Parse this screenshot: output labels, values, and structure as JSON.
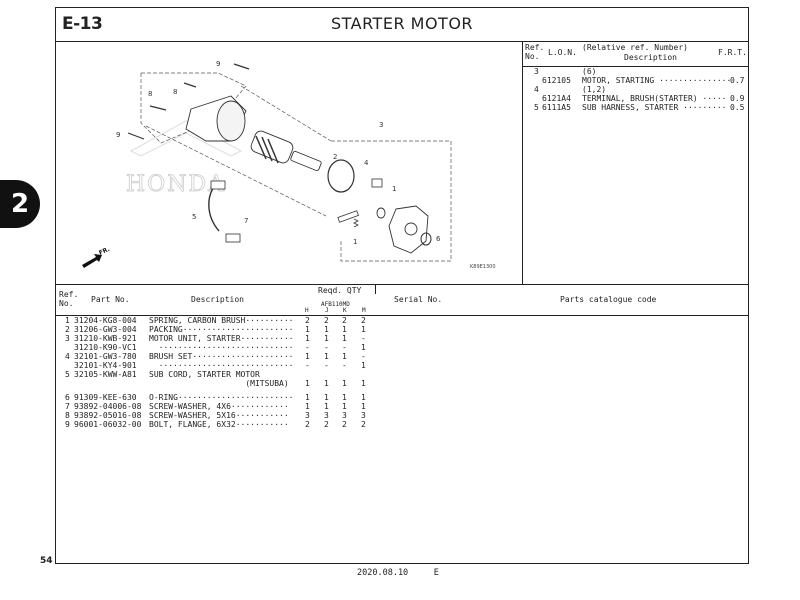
{
  "header": {
    "section_code": "E-13",
    "title": "STARTER  MOTOR"
  },
  "diagram": {
    "callouts": [
      "9",
      "8",
      "8",
      "9",
      "3",
      "2",
      "4",
      "1",
      "1",
      "5",
      "7",
      "6"
    ],
    "watermark": "HONDA",
    "direction_label": "FR.",
    "figure_code": "K89E1300"
  },
  "frt_table": {
    "headers": {
      "ref_no": "Ref.\nNo.",
      "lon": "L.O.N.",
      "desc": "(Relative ref. Number)",
      "desc2": "Description",
      "frt": "F.R.T."
    },
    "rows": [
      {
        "ref": "3",
        "lon": "",
        "desc": "(6)",
        "frt": ""
      },
      {
        "ref": "",
        "lon": "612105",
        "desc": "MOTOR, STARTING ···············",
        "frt": "0.7"
      },
      {
        "ref": "4",
        "lon": "",
        "desc": "(1,2)",
        "frt": ""
      },
      {
        "ref": "",
        "lon": "6121A4",
        "desc": "TERMINAL, BRUSH(STARTER) ·····",
        "frt": "0.9"
      },
      {
        "ref": "5",
        "lon": "6111A5",
        "desc": "SUB HARNESS, STARTER ·········",
        "frt": "0.5"
      }
    ]
  },
  "parts_table": {
    "headers": {
      "ref_no": "Ref.",
      "ref_no2": "No.",
      "part_no": "Part No.",
      "description": "Description",
      "qty": "Reqd. QTY",
      "model": "AFB110MD",
      "cols": [
        "H",
        "J",
        "K",
        "M"
      ],
      "serial": "Serial No.",
      "catalogue": "Parts catalogue code"
    },
    "rows": [
      {
        "ref": "1",
        "part": "31204-KG8-004",
        "desc": "SPRING, CARBON BRUSH··········",
        "qty": [
          "2",
          "2",
          "2",
          "2"
        ]
      },
      {
        "ref": "2",
        "part": "31206-GW3-004",
        "desc": "PACKING·······················",
        "qty": [
          "1",
          "1",
          "1",
          "1"
        ]
      },
      {
        "ref": "3",
        "part": "31210-KWB-921",
        "desc": "MOTOR UNIT, STARTER···········",
        "qty": [
          "1",
          "1",
          "1",
          "-"
        ]
      },
      {
        "ref": "",
        "part": "31210-K90-VC1",
        "desc": "  ····························",
        "qty": [
          "-",
          "-",
          "-",
          "1"
        ]
      },
      {
        "ref": "4",
        "part": "32101-GW3-780",
        "desc": "BRUSH SET·····················",
        "qty": [
          "1",
          "1",
          "1",
          "-"
        ]
      },
      {
        "ref": "",
        "part": "32101-KY4-901",
        "desc": "  ····························",
        "qty": [
          "-",
          "-",
          "-",
          "1"
        ]
      },
      {
        "ref": "5",
        "part": "32105-KWW-A81",
        "desc": "SUB CORD, STARTER MOTOR",
        "qty": [
          "",
          "",
          "",
          ""
        ]
      },
      {
        "ref": "",
        "part": "",
        "desc": "                    (MITSUBA)",
        "qty": [
          "1",
          "1",
          "1",
          "1"
        ]
      },
      {
        "ref": "",
        "part": "",
        "desc": "",
        "qty": [
          "",
          "",
          "",
          ""
        ]
      },
      {
        "ref": "6",
        "part": "91309-KEE-630",
        "desc": "O-RING························",
        "qty": [
          "1",
          "1",
          "1",
          "1"
        ]
      },
      {
        "ref": "7",
        "part": "93892-04006-08",
        "desc": "SCREW-WASHER, 4X6············",
        "qty": [
          "1",
          "1",
          "1",
          "1"
        ]
      },
      {
        "ref": "8",
        "part": "93892-05016-08",
        "desc": "SCREW-WASHER, 5X16···········",
        "qty": [
          "3",
          "3",
          "3",
          "3"
        ]
      },
      {
        "ref": "9",
        "part": "96001-06032-00",
        "desc": "BOLT, FLANGE, 6X32···········",
        "qty": [
          "2",
          "2",
          "2",
          "2"
        ]
      }
    ]
  },
  "page": {
    "number": "54",
    "date": "2020.08.10",
    "lang": "E",
    "section_tab": "2"
  }
}
